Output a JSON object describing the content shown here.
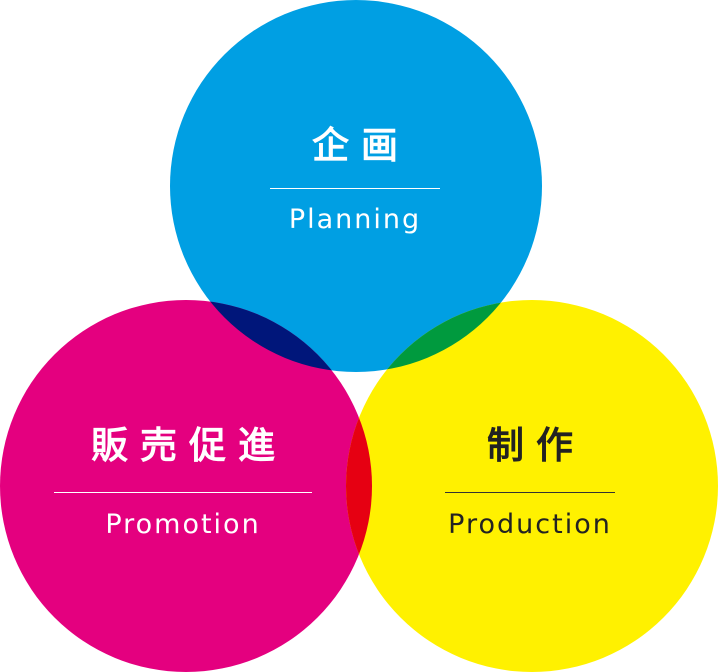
{
  "circles": [
    {
      "id": "planning",
      "title_jp": "企画",
      "title_en": "Planning",
      "color": "#009fe3"
    },
    {
      "id": "promotion",
      "title_jp": "販売促進",
      "title_en": "Promotion",
      "color": "#e4007f"
    },
    {
      "id": "production",
      "title_jp": "制作",
      "title_en": "Production",
      "color": "#fff100"
    }
  ],
  "overlap_colors": {
    "planning_promotion": "#00167a",
    "planning_production": "#009a3e",
    "promotion_production": "#e60012"
  }
}
